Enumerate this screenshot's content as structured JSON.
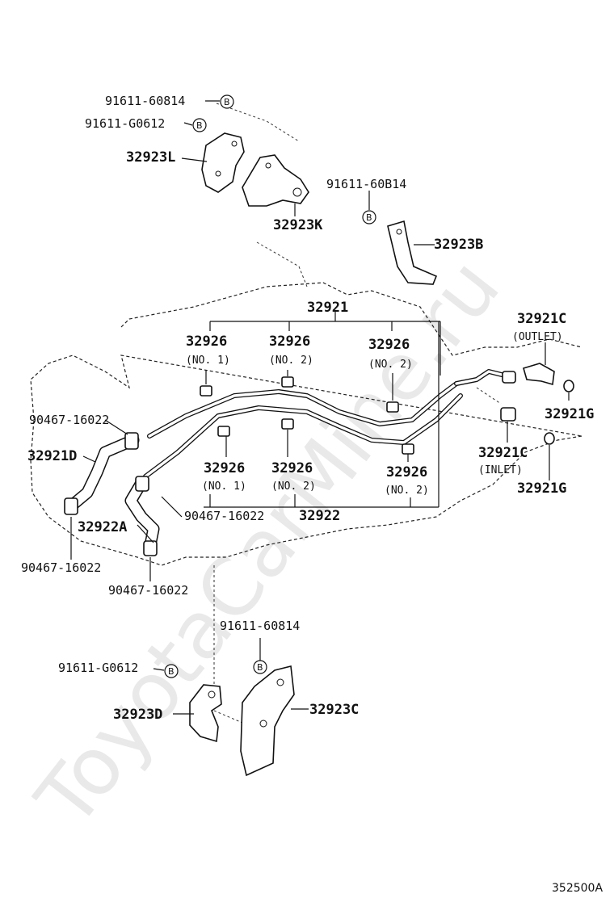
{
  "watermark": "ToyotaCarMine.ru",
  "figure_ref": "352500A",
  "bolt_symbol": "B",
  "labels": {
    "bolt_top1": "91611-60814",
    "bolt_top2": "91611-G0612",
    "bracket_L": "32923L",
    "bracket_K": "32923K",
    "bolt_mid": "91611-60B14",
    "bracket_B": "32923B",
    "tube_upper": "32921",
    "outlet_part": "32921C",
    "outlet_sub": "(OUTLET)",
    "gasket_upper": "32921G",
    "grommet_no1_a": "32926",
    "grommet_no1_a_sub": "(NO. 1)",
    "grommet_no2_a": "32926",
    "grommet_no2_a_sub": "(NO. 2)",
    "grommet_no2_b": "32926",
    "grommet_no2_b_sub": "(NO. 2)",
    "clip_left_top": "90467-16022",
    "hose_D": "32921D",
    "inlet_part": "32921C",
    "inlet_sub": "(INLET)",
    "gasket_lower": "32921G",
    "grommet_no1_c": "32926",
    "grommet_no1_c_sub": "(NO. 1)",
    "grommet_no2_c": "32926",
    "grommet_no2_c_sub": "(NO. 2)",
    "grommet_no2_d": "32926",
    "grommet_no2_d_sub": "(NO. 2)",
    "clip_center": "90467-16022",
    "tube_lower": "32922",
    "hose_A": "32922A",
    "clip_left_bottom": "90467-16022",
    "clip_bottom": "90467-16022",
    "bolt_lower1": "91611-60814",
    "bolt_lower2": "91611-G0612",
    "bracket_D": "32923D",
    "bracket_C": "32923C"
  }
}
